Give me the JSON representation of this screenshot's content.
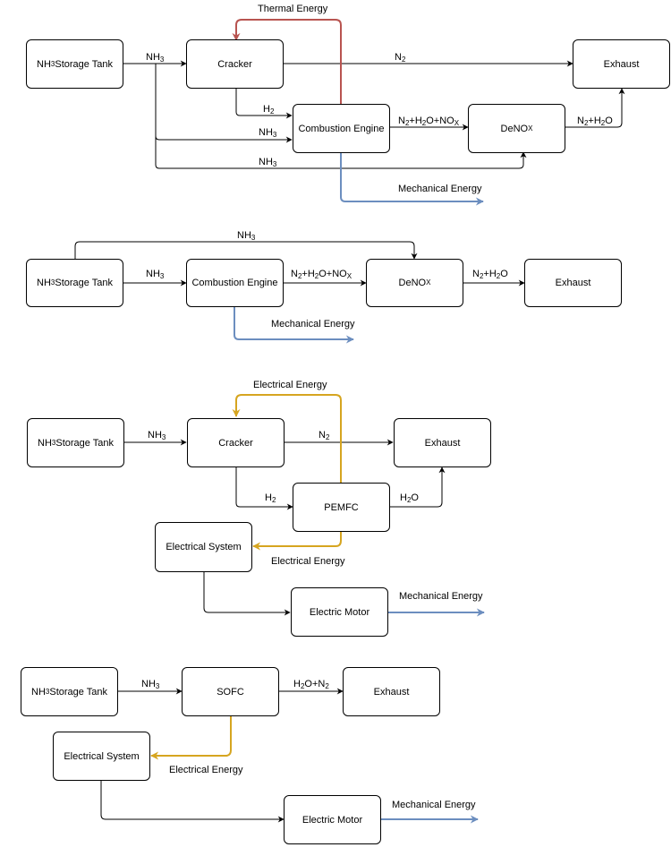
{
  "colors": {
    "line": "#000000",
    "thermal": "#b85450",
    "mechanical": "#6c8ebf",
    "electrical": "#d6a520"
  },
  "diagram1": {
    "storage": "NH3 Storage Tank",
    "cracker": "Cracker",
    "engine": "Combustion Engine",
    "denox": "DeNOX",
    "exhaust": "Exhaust",
    "thermal": "Thermal Energy",
    "nh3_a": "NH3",
    "n2": "N2",
    "h2": "H2",
    "nh3_b": "NH3",
    "nh3_c": "NH3",
    "engine_out": "N2+H2O+NOX",
    "denox_out": "N2+H2O",
    "mechanical": "Mechanical Energy"
  },
  "diagram2": {
    "storage": "NH3 Storage Tank",
    "engine": "Combustion Engine",
    "denox": "DeNOX",
    "exhaust": "Exhaust",
    "nh3_top": "NH3",
    "nh3": "NH3",
    "engine_out": "N2+H2O+NOX",
    "denox_out": "N2+H2O",
    "mechanical": "Mechanical Energy"
  },
  "diagram3": {
    "storage": "NH3 Storage Tank",
    "cracker": "Cracker",
    "exhaust": "Exhaust",
    "pemfc": "PEMFC",
    "elec_system": "Electrical System",
    "motor": "Electric Motor",
    "electrical_top": "Electrical Energy",
    "nh3": "NH3",
    "n2": "N2",
    "h2": "H2",
    "h2o": "H2O",
    "electrical_bottom": "Electrical Energy",
    "mechanical": "Mechanical Energy"
  },
  "diagram4": {
    "storage": "NH3 Storage Tank",
    "sofc": "SOFC",
    "exhaust": "Exhaust",
    "elec_system": "Electrical System",
    "motor": "Electric Motor",
    "nh3": "NH3",
    "sofc_out": "H2O+N2",
    "electrical": "Electrical Energy",
    "mechanical": "Mechanical Energy"
  }
}
